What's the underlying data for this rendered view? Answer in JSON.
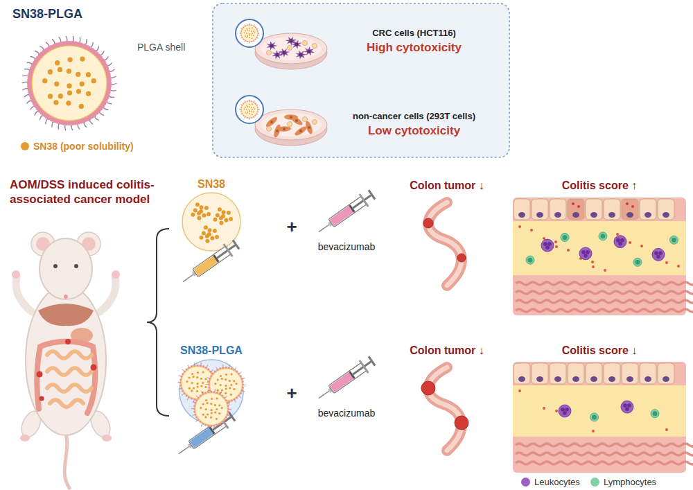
{
  "diagram": {
    "nodes": [
      {
        "text": [
          "SN38-PLGA",
          "PLGA shell"
        ]
      },
      {
        "text": [
          "CRC cells (HCT116)",
          "High cytotoxicity"
        ]
      },
      {
        "text": [
          "non-cancer cells (293T cells)",
          "Low cytotoxicity"
        ]
      },
      {
        "text": [
          "AOM/DSS induced colitis-associated cancer model"
        ]
      },
      {
        "text": [
          "SN38"
        ]
      },
      {
        "text": [
          "SN38-PLGA"
        ]
      }
    ],
    "labels": [
      "+",
      "bevacizumab",
      "Colon tumor ↓",
      "Colitis score ↑",
      "+",
      "bevacizumab",
      "Colon tumor ↓",
      "Colitis score ↓"
    ],
    "legend": [
      {
        "text": "SN38 (poor solubility)",
        "color": "#e39b2f"
      },
      {
        "text": "Leukocytes",
        "color": "#9b5fc0"
      },
      {
        "text": "Lymphocytes",
        "color": "#7fd1a8"
      }
    ]
  }
}
